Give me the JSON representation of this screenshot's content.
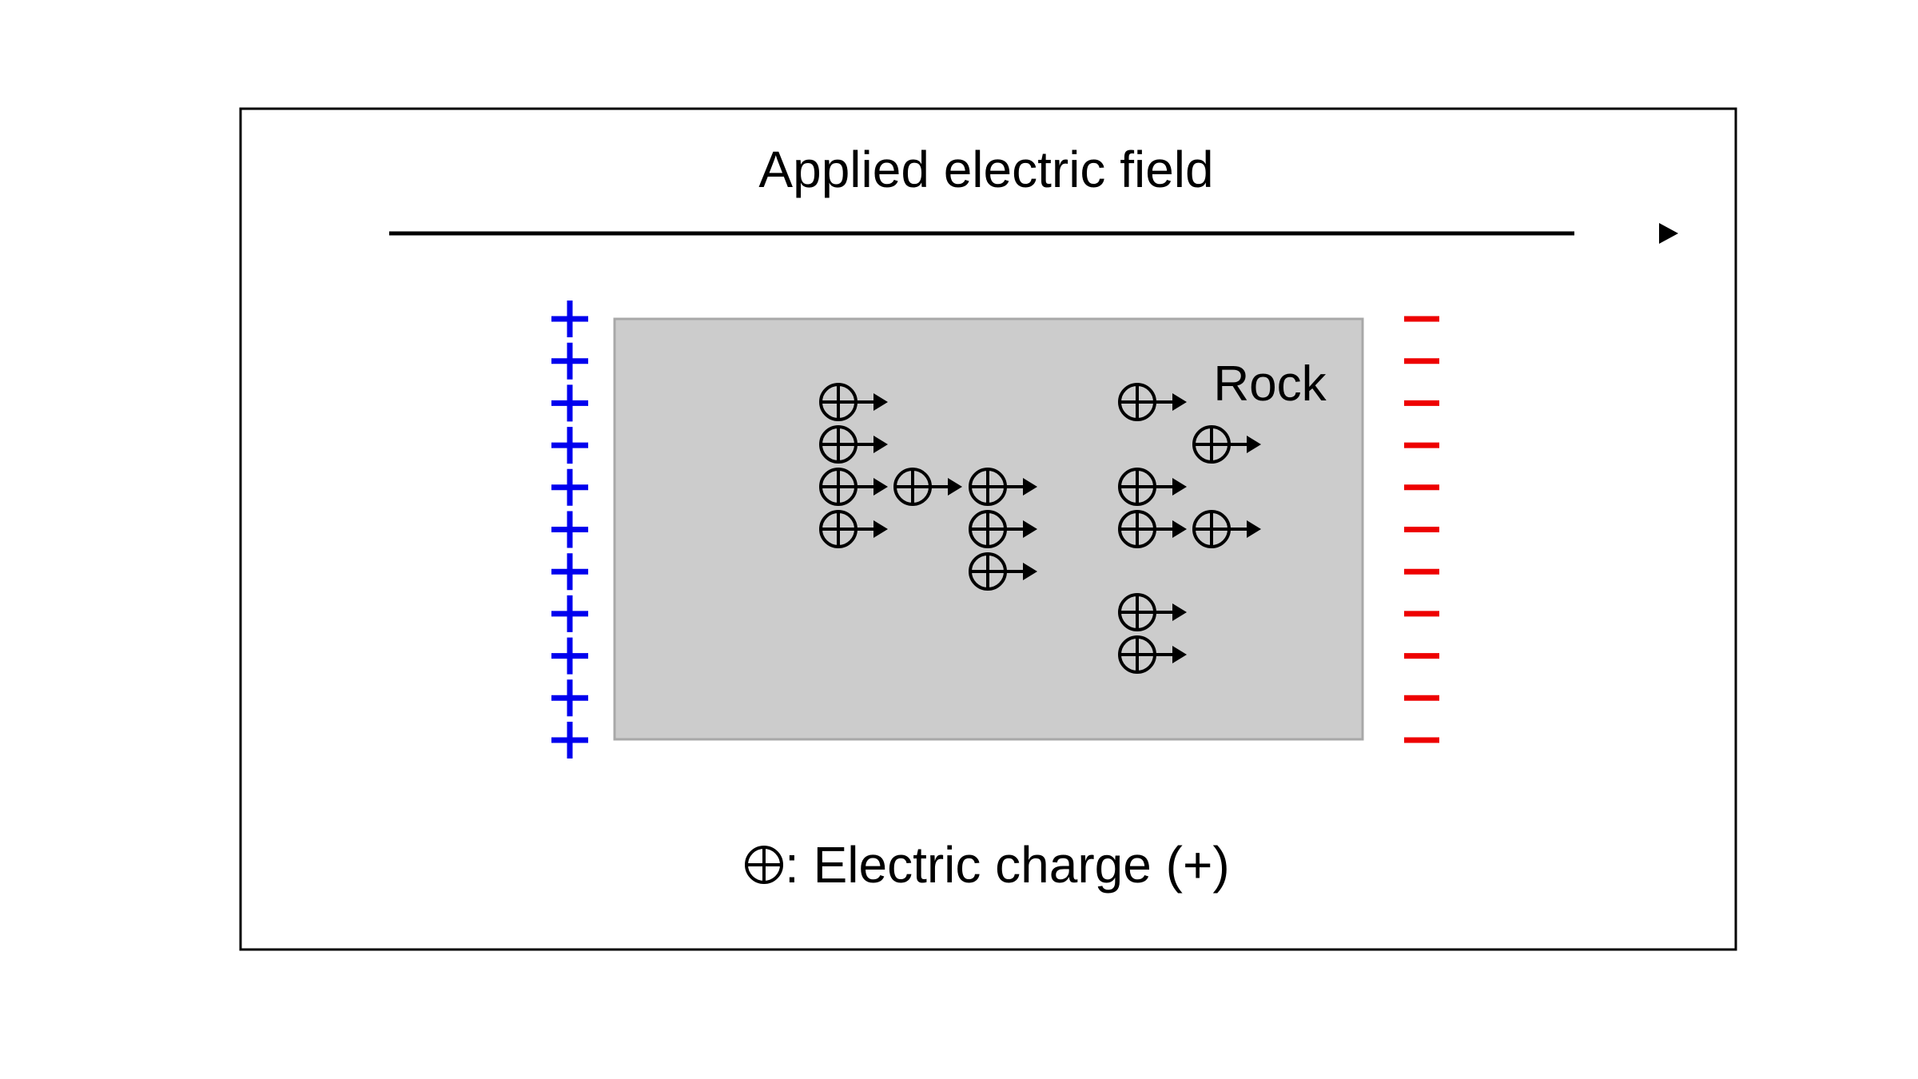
{
  "diagram": {
    "field_label": "Applied electric field",
    "rock_label": "Rock",
    "legend": {
      "symbol": "⊕",
      "text": ": Electric charge (+)"
    },
    "left_electrode": {
      "symbol": "+",
      "count": 11,
      "color": "#0000ee"
    },
    "right_electrode": {
      "symbol": "−",
      "count": 11,
      "color": "#ee0000"
    },
    "charge_count": 15,
    "colors": {
      "rock_fill": "#cccccc",
      "rock_border": "#a8a8a8",
      "line": "#000000",
      "frame": "#000000"
    }
  }
}
